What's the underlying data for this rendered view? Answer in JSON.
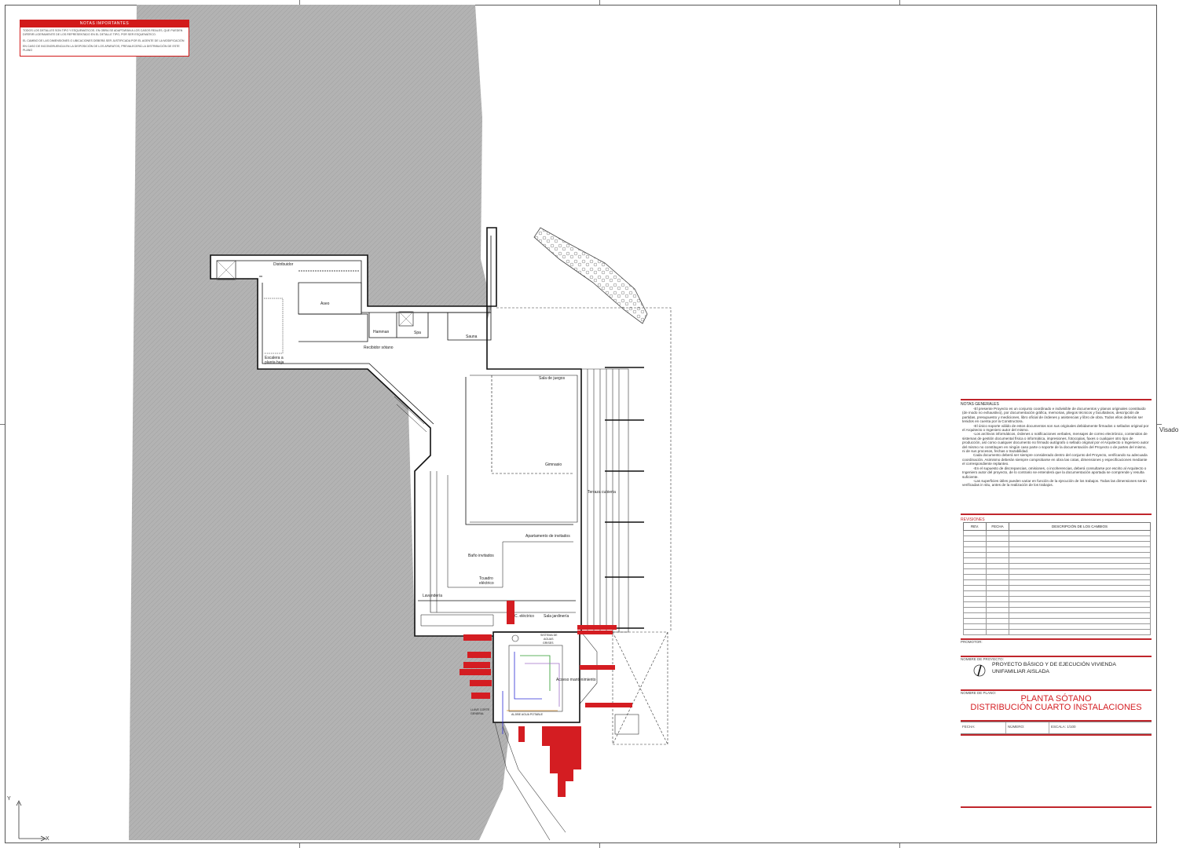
{
  "warning": {
    "title": "NOTAS IMPORTANTES",
    "lines": [
      "TODOS LOS DETALLES SON TIPO Y ESQUEMÁTICOS. EN OBRA SE ADAPTARÁN A LOS CASOS REALES, QUE PUEDEN DIFERIR LIGERAMENTE DE LOS REPRESENTADO EN EL DETALLE TIPO, POR SER ESQUEMÁTICO.",
      "EL CAMBIO DE LAS DIMENSIONES O UBICACIONES DEBERÁ SER JUSTIFICADA POR EL AGENTE DE LA MODIFICACIÓN",
      "EN CASO DE INCONGRUENCIA EN LA DISPOSICIÓN DE LOS APARATOS, PREVALECERÁ LA DISTRIBUCIÓN DE ESTE PLANO"
    ]
  },
  "rooms": {
    "distribuidor": "Distribuidor",
    "aseo": "Aseo",
    "hamman": "Hamman",
    "spa": "Spa",
    "sauna": "Sauna",
    "recibidor": "Recibidor sótano",
    "escalera_a": "Escalera a",
    "escalera_b": "planta baja",
    "sala_juegos": "Sala de juegos",
    "gimnasio": "Gimnasio",
    "terraza": "Terraza cubierta",
    "apartamento": "Apartamento de invitados",
    "bano": "Baño invitados",
    "tcuadro_a": "Tcuadro",
    "tcuadro_b": "eléctrico",
    "lavanderia": "Lavandería",
    "cuadro_elec": "C. eléctrico",
    "sala_jardineria": "Sala jardinería",
    "acceso": "Acceso mantenimiento",
    "sistema_a": "SISTEMA DE",
    "sistema_b": "AGUAS",
    "sistema_c": "GRISES",
    "llave_a": "LLAVE CORTE",
    "llave_b": "GENERAL",
    "aljibe": "ALJIBE AGUA POTABLE"
  },
  "axes": {
    "y": "Y",
    "x": "X"
  },
  "visado": "Visado",
  "notes": {
    "title": "NOTAS GENERALES",
    "paragraphs": [
      "-El presente Proyecto es un conjunto coordinado e indivisible de documentos y planos originales constituido (de modo no exhaustivo), por documentación gráfica, memorias, pliegos técnicos y facultativos, descripción de partidas, presupuesto y mediciones, libro oficial de órdenes y asistencias y libro de obra. Todos ellos deberán ser tenidos en cuenta por la Constructora.",
      "-El único soporte válido de estos documentos son sus originales debidamente firmados o sellados original por el Arquitecto o Ingeniero autor del mismo.",
      "-Los archivos informáticos, órdenes o notificaciones verbales, mensajes de correo electrónico, contenidos de sistemas de gestión documental física o informática, impresiones, fotocopias, faxes o cualquier otro tipo de producción, así como cualquier documento no firmado autógrafo o sellado original por el Arquitecto o Ingeniero autor del mismo no constituyen en ningún caso parte o soporte de la documentación del Proyecto o de partes del mismo, ni de sus procesos, fechas o trazabilidad.",
      "Cada documento deberá ser siempre considerado dentro del conjunto del Proyecto, verificando su adecuada coordinación. Asimismo deberán siempre comprobarse en obra las cotas, dimensiones y especificaciones mediante el correspondiente replanteo.",
      "-En el supuesto de discrepancias, omisiones, o incoherencias, deberá consultarse por escrito al Arquitecto o Ingeniero autor del proyecto, de lo contrario se entenderá que la documentación aportada se comprende y resulta suficiente.",
      "-Las superficies útiles pueden variar en función de la ejecución de los trabajos. Todas las dimensiones serán verificadas in situ, antes de la realización de los trabajos."
    ]
  },
  "revisiones": {
    "label": "REVISIONES",
    "headers": [
      "REV.",
      "FECHA",
      "DESCRIPCIÓN DE LOS CAMBIOS"
    ]
  },
  "promotor_label": "PROMOTOR:",
  "proyecto": {
    "label": "NOMBRE DE PROYECTO:",
    "line1": "PROYECTO BÁSICO Y DE EJECUCIÓN VIVIENDA",
    "line2": "UNIFAMILIAR AISLADA"
  },
  "plano": {
    "label": "NOMBRE DE PLANO:",
    "line1": "PLANTA SÓTANO",
    "line2": "DISTRIBUCIÓN CUARTO INSTALACIONES"
  },
  "meta": {
    "fecha": "FECHA:",
    "numero": "NÚMERO:",
    "escala": "ESCALA: 1/100"
  },
  "colors": {
    "accent": "#c0262c",
    "terrain": "#b0b0b0",
    "warning": "#d21a1a"
  }
}
